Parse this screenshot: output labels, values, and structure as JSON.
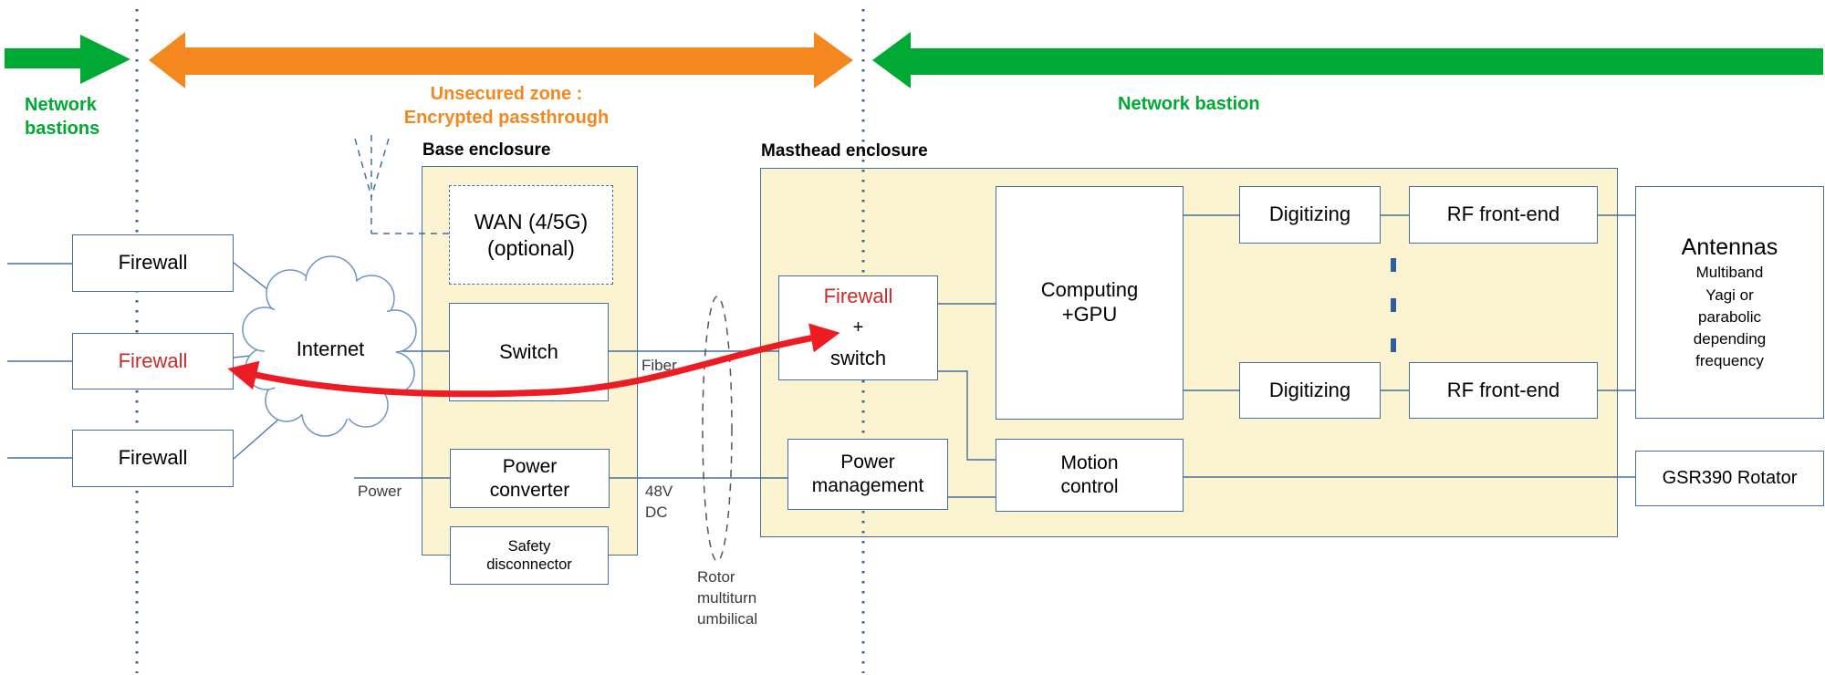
{
  "colors": {
    "enclosure_fill": "#FCF3D0",
    "line_blue": "#44709F",
    "boundary_dotted_blue": "#3C6496",
    "bastion_green": "#00A933",
    "unsecured_orange": "#F5871F",
    "passthrough_red": "#ED1C24",
    "firewall_red_text": "#C92B2B"
  },
  "zones": {
    "left": "Network\nbastions",
    "center": "Unsecured zone :\nEncrypted passthrough",
    "right": "Network bastion"
  },
  "enclosures": {
    "base": "Base enclosure",
    "masthead": "Masthead enclosure"
  },
  "nodes": {
    "firewall_top": "Firewall",
    "firewall_mid": "Firewall",
    "firewall_bottom": "Firewall",
    "internet": "Internet",
    "wan": "WAN (4/5G)\n(optional)",
    "switch": "Switch",
    "power_converter": "Power\nconverter",
    "safety_disconnector": "Safety\ndisconnector",
    "firewall_switch": {
      "firewall": "Firewall",
      "plus": "+",
      "switch": "switch"
    },
    "computing": "Computing\n+GPU",
    "power_management": "Power\nmanagement",
    "motion_control": "Motion\ncontrol",
    "digitizing_top": "Digitizing",
    "digitizing_bottom": "Digitizing",
    "rf_front_end_top": "RF front-end",
    "rf_front_end_bottom": "RF front-end",
    "antennas": {
      "title": "Antennas",
      "details": "Multiband\nYagi or\nparabolic\ndepending\nfrequency"
    },
    "rotator": "GSR390 Rotator"
  },
  "labels": {
    "fiber": "Fiber",
    "power": "Power",
    "dc": "48V\nDC",
    "umbilical": "Rotor\nmultiturn\numbilical"
  }
}
